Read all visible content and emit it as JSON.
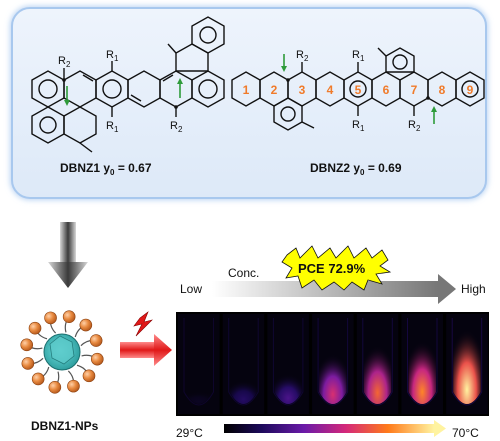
{
  "molecules": [
    {
      "name": "DBNZ1",
      "y0_label": "y",
      "y0_sub": "0",
      "y0_value": " = 0.67"
    },
    {
      "name": "DBNZ2",
      "y0_label": "y",
      "y0_sub": "0",
      "y0_value": " = 0.69"
    }
  ],
  "substituents": {
    "r1": "R",
    "r1_sub": "1",
    "r2": "R",
    "r2_sub": "2"
  },
  "ring_numbers": [
    "1",
    "2",
    "3",
    "4",
    "5",
    "6",
    "7",
    "8",
    "9"
  ],
  "nanoparticle_label": "DBNZ1-NPs",
  "concentration": {
    "low": "Low",
    "title": "Conc.",
    "high": "High"
  },
  "pce_badge": "PCE 72.9%",
  "temperature": {
    "min": "29°C",
    "max": "70°C"
  },
  "thermal_image_count": 7,
  "heat_levels": [
    0.05,
    0.22,
    0.32,
    0.62,
    0.75,
    0.82,
    1.0
  ],
  "colors": {
    "ring_number": "#f07b2a",
    "spin_arrow": "#2e9b3a",
    "panel_border": "#a8c8ee",
    "pce_fill": "#ffff00"
  }
}
